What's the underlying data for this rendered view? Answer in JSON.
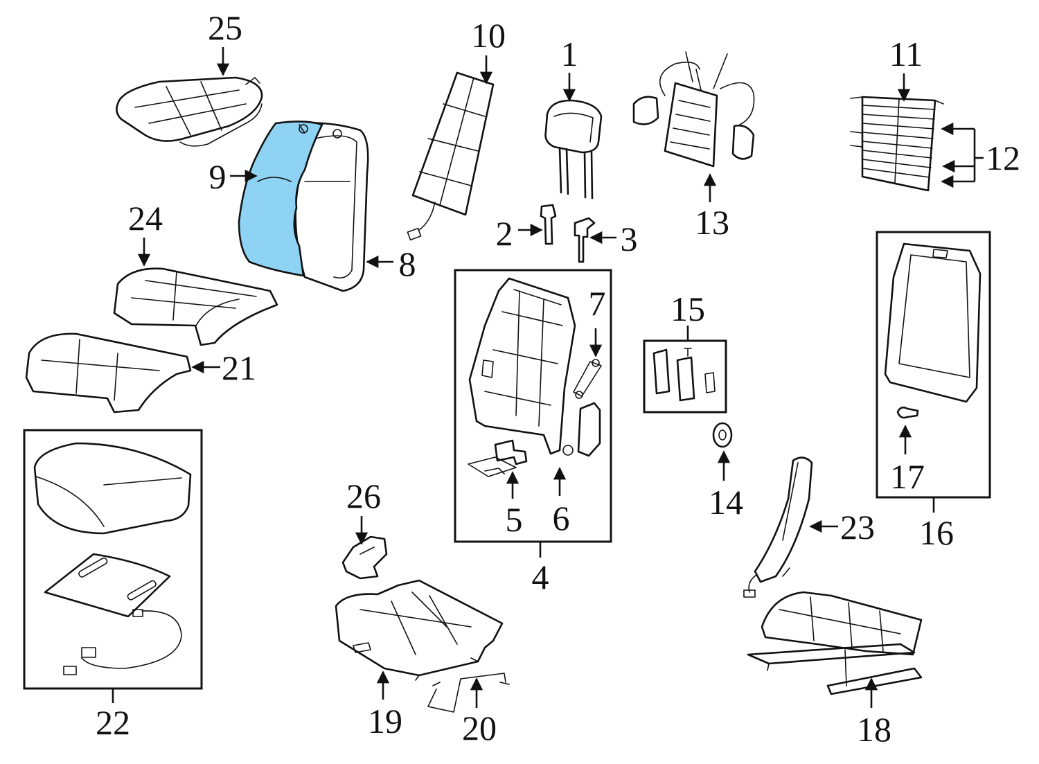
{
  "colors": {
    "highlight": "#8fd3f4",
    "line": "#111111",
    "background": "#ffffff"
  },
  "callouts": {
    "c1": "1",
    "c2": "2",
    "c3": "3",
    "c4": "4",
    "c5": "5",
    "c6": "6",
    "c7": "7",
    "c8": "8",
    "c9": "9",
    "c10": "10",
    "c11": "11",
    "c12": "12",
    "c13": "13",
    "c14": "14",
    "c15": "15",
    "c16": "16",
    "c17": "17",
    "c18": "18",
    "c19": "19",
    "c20": "20",
    "c21": "21",
    "c22": "22",
    "c23": "23",
    "c24": "24",
    "c25": "25",
    "c26": "26"
  }
}
